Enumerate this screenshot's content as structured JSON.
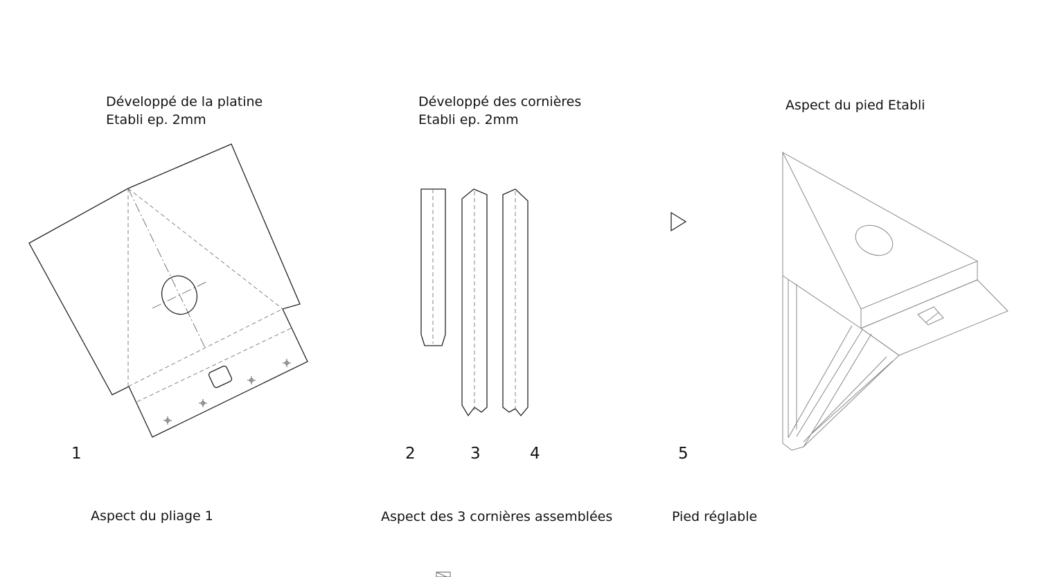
{
  "titles": {
    "plate_line1": "Développé de la platine",
    "plate_line2": "Etabli ep. 2mm",
    "angles_line1": "Développé des cornières",
    "angles_line2": "Etabli ep. 2mm",
    "foot": "Aspect du pied Etabli"
  },
  "numbers": {
    "n1": "1",
    "n2": "2",
    "n3": "3",
    "n4": "4",
    "n5": "5"
  },
  "captions": {
    "c1": "Aspect du pliage 1",
    "c2": "Aspect des 3 cornières assemblées",
    "c3": "Pied réglable"
  }
}
